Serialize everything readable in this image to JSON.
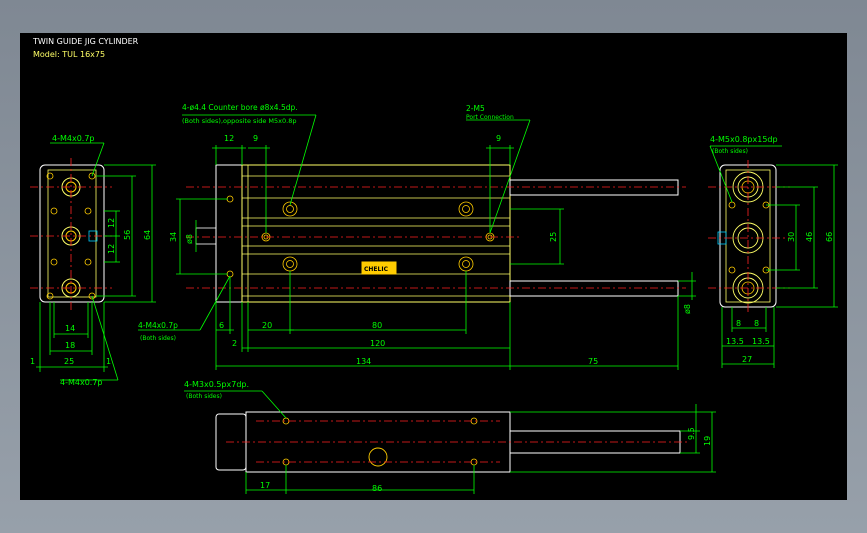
{
  "title": {
    "line1": "TWIN GUIDE JIG CYLINDER",
    "line2": "Model: TUL 16x75"
  },
  "colors": {
    "background": "#000000",
    "outline": "#ffffff",
    "body": "#ffff66",
    "dimension": "#00ff00",
    "centerline": "#ff2222",
    "label_plate": "#ffcc00"
  },
  "left_view": {
    "top_callout": "4-M4x0.7p",
    "bottom_callout": "4-M4x0.7p",
    "dims": {
      "height_outer": "64",
      "height_inner": "56",
      "pitch_a": "12",
      "pitch_b": "12",
      "width_a": "14",
      "width_b": "18",
      "width_total": "25",
      "edge_a": "1",
      "edge_b": "1"
    }
  },
  "front_view": {
    "mount_callout_1": "4-ø4.4  Counter bore ø8x4.5dp.",
    "mount_callout_2": "(Both sides),opposite side M5x0.8p",
    "port_callout_1": "2-M5",
    "port_callout_2": "Port Connection",
    "side_callout_1": "4-M4x0.7p",
    "side_callout_2": "(Both sides)",
    "plate_label": "CHELIC",
    "dims": {
      "top_a": "12",
      "top_b": "9",
      "top_c": "9",
      "height_34": "34",
      "rod_dia": "ø8",
      "rod_pitch": "25",
      "rod_dia_right": "ø8",
      "bot_6": "6",
      "bot_20": "20",
      "bot_80": "80",
      "bot_2": "2",
      "bot_120": "120",
      "bot_134": "134",
      "bot_75": "75"
    }
  },
  "right_view": {
    "callout_1": "4-M5x0.8px15dp",
    "callout_2": "(Both sides)",
    "dims": {
      "height_66": "66",
      "height_46": "46",
      "height_30": "30",
      "w_8a": "8",
      "w_8b": "8",
      "w_13a": "13.5",
      "w_13b": "13.5",
      "w_27": "27"
    }
  },
  "bottom_view": {
    "callout_1": "4-M3x0.5px7dp.",
    "callout_2": "(Both sides)",
    "dims": {
      "d_17": "17",
      "d_86": "86",
      "d_95": "9.5",
      "d_19": "19"
    }
  }
}
